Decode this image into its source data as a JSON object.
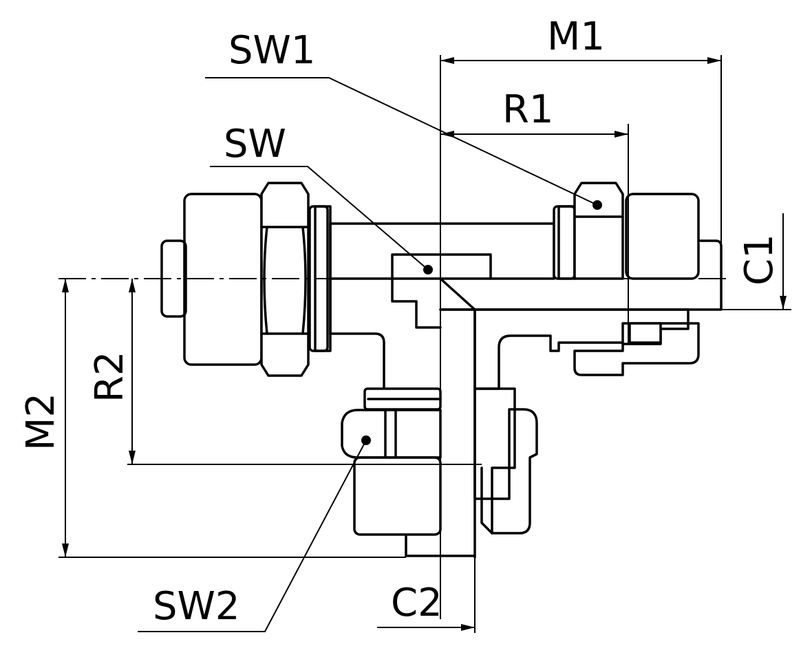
{
  "labels": {
    "m1": "M1",
    "r1": "R1",
    "sw1": "SW1",
    "sw": "SW",
    "c1": "C1",
    "r2": "R2",
    "m2": "M2",
    "sw2": "SW2",
    "c2": "C2"
  }
}
